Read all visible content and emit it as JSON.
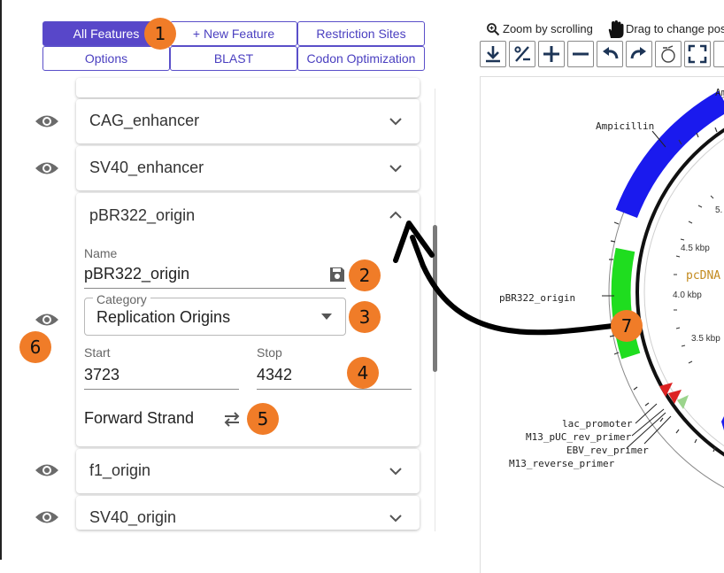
{
  "tabs": {
    "all_features": "All Features",
    "new_feature": "+ New Feature",
    "restriction_sites": "Restriction Sites",
    "options": "Options",
    "blast": "BLAST",
    "codon_optimization": "Codon Optimization"
  },
  "callouts": [
    "1",
    "2",
    "3",
    "4",
    "5",
    "6",
    "7"
  ],
  "features": [
    {
      "name": "CAG_enhancer",
      "expanded": false
    },
    {
      "name": "SV40_enhancer",
      "expanded": false
    },
    {
      "name": "pBR322_origin",
      "expanded": true
    },
    {
      "name": "f1_origin",
      "expanded": false
    },
    {
      "name": "SV40_origin",
      "expanded": false
    }
  ],
  "editor": {
    "name_label": "Name",
    "name_value": "pBR322_origin",
    "category_label": "Category",
    "category_value": "Replication Origins",
    "start_label": "Start",
    "start_value": "3723",
    "stop_label": "Stop",
    "stop_value": "4342",
    "strand_label": "Forward Strand"
  },
  "viewer": {
    "zoom_hint": "Zoom by scrolling",
    "drag_hint": "Drag to change pos",
    "map_labels": {
      "top_cut": "Am",
      "ampicillin": "Ampicillin",
      "pbr322_origin": "pBR322_origin",
      "lac_promoter": "lac_promoter",
      "m13_puc_rev_primer": "M13_pUC_rev_primer",
      "ebv_rev_primer": "EBV_rev_primer",
      "m13_reverse_primer": "M13_reverse_primer"
    },
    "plasmid_name": "pcDNA",
    "ticks": [
      "5.",
      "4.5 kbp",
      "4.0 kbp",
      "3.5 kbp"
    ]
  },
  "colors": {
    "accent": "#5847c9",
    "callout": "#f07c28",
    "ampicillin": "#1a1aee",
    "origin": "#1fdd1f",
    "promoter": "#dd2222"
  }
}
